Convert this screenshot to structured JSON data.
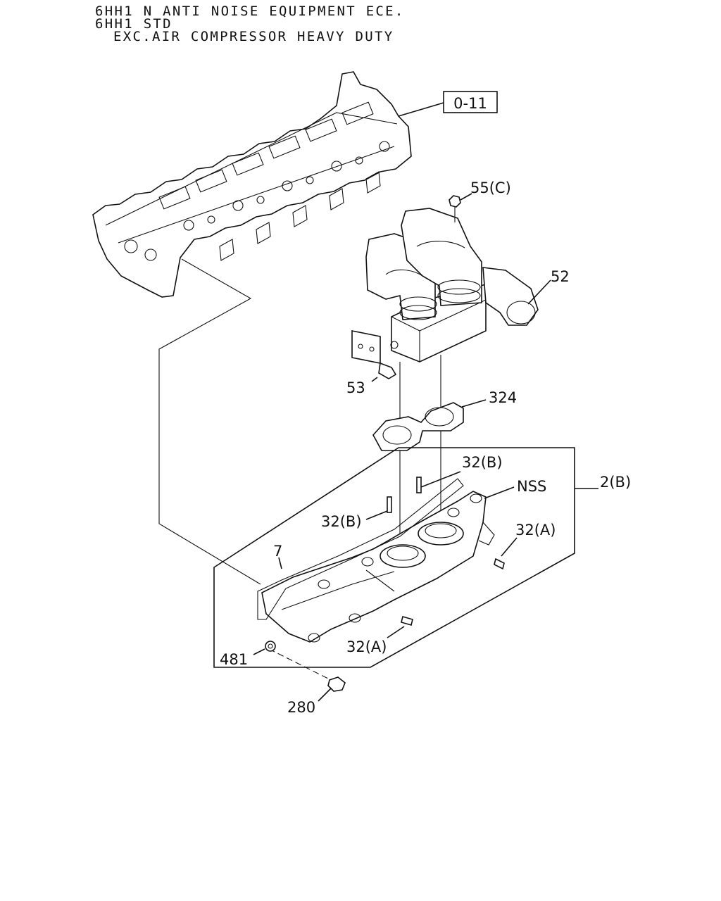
{
  "header": {
    "line1": "6HH1 N ANTI NOISE EQUIPMENT ECE.",
    "line2": "6HH1 STD",
    "line3": "EXC.AIR COMPRESSOR HEAVY DUTY"
  },
  "callouts": {
    "ref_box": "0-11",
    "c55": "55(C)",
    "c52": "52",
    "c53": "53",
    "c324": "324",
    "c32b_top": "32(B)",
    "c_nss": "NSS",
    "c2b": "2(B)",
    "c32b_left": "32(B)",
    "c32a_right": "32(A)",
    "c7": "7",
    "c32a_bottom": "32(A)",
    "c481": "481",
    "c280": "280"
  }
}
